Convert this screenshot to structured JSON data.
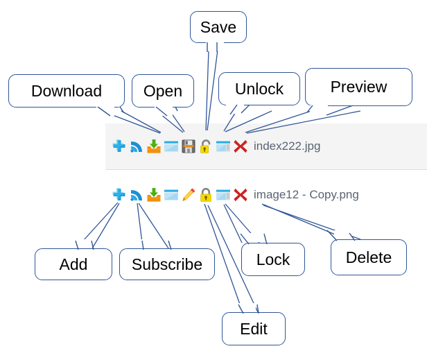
{
  "rows": [
    {
      "id": "index222",
      "filename": "index222.jpg",
      "highlighted": true,
      "icons": [
        {
          "name": "add-icon",
          "label": "Add"
        },
        {
          "name": "subscribe-icon",
          "label": "Subscribe"
        },
        {
          "name": "download-icon",
          "label": "Download"
        },
        {
          "name": "open-icon",
          "label": "Open"
        },
        {
          "name": "save-icon",
          "label": "Save"
        },
        {
          "name": "unlock-icon",
          "label": "Unlock"
        },
        {
          "name": "preview-icon",
          "label": "Preview"
        },
        {
          "name": "delete-icon",
          "label": "Delete"
        }
      ]
    },
    {
      "id": "image12",
      "filename": "image12 - Copy.png",
      "highlighted": false,
      "icons": [
        {
          "name": "add-icon",
          "label": "Add"
        },
        {
          "name": "subscribe-icon",
          "label": "Subscribe"
        },
        {
          "name": "download-icon",
          "label": "Download"
        },
        {
          "name": "open-icon",
          "label": "Open"
        },
        {
          "name": "edit-icon",
          "label": "Edit"
        },
        {
          "name": "lock-icon",
          "label": "Lock"
        },
        {
          "name": "preview-icon",
          "label": "Preview"
        },
        {
          "name": "delete-icon",
          "label": "Delete"
        }
      ]
    }
  ],
  "callouts": {
    "download": "Download",
    "open": "Open",
    "save": "Save",
    "unlock": "Unlock",
    "preview": "Preview",
    "add": "Add",
    "subscribe": "Subscribe",
    "lock": "Lock",
    "edit": "Edit",
    "delete": "Delete"
  },
  "colors": {
    "callout_border": "#2f5597",
    "leader_line": "#2f5597",
    "row_highlight": "#f4f4f4",
    "row_divider": "#dcdcdc",
    "filename_text": "#5a6472",
    "add_blue": "#29abe2",
    "subscribe_blue": "#1b8fd4",
    "download_green": "#4caf13",
    "download_orange": "#f2900d",
    "window_blue": "#9fd4ef",
    "save_gray": "#6d6e71",
    "save_orange": "#f2900d",
    "lock_yellow": "#f5d800",
    "lock_gray": "#808285",
    "edit_yellow": "#fbc02d",
    "delete_red": "#cc2222"
  }
}
